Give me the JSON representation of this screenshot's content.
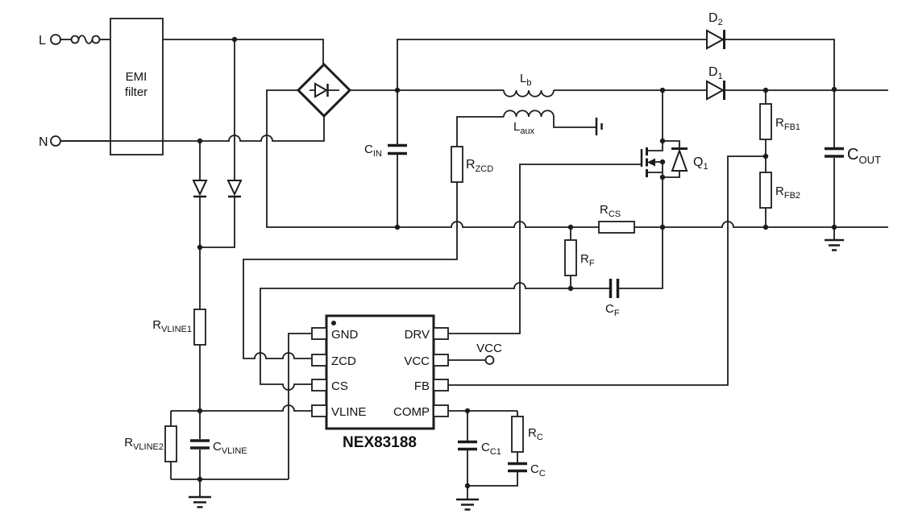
{
  "colors": {
    "ink": "#1c1c1c",
    "background": "#ffffff"
  },
  "terminals": {
    "line_label": "L",
    "neutral_label": "N",
    "vcc_label": "VCC"
  },
  "emi_filter": {
    "line1": "EMI",
    "line2": "filter"
  },
  "ic": {
    "part_number": "NEX83188",
    "pins_left": [
      "GND",
      "ZCD",
      "CS",
      "VLINE"
    ],
    "pins_right": [
      "DRV",
      "VCC",
      "FB",
      "COMP"
    ]
  },
  "components": {
    "c_in": {
      "main": "C",
      "sub": "IN"
    },
    "l_b": {
      "main": "L",
      "sub": "b"
    },
    "l_aux": {
      "main": "L",
      "sub": "aux"
    },
    "r_zcd": {
      "main": "R",
      "sub": "ZCD"
    },
    "d2": {
      "main": "D",
      "sub": "2"
    },
    "d1": {
      "main": "D",
      "sub": "1"
    },
    "q1": {
      "main": "Q",
      "sub": "1"
    },
    "r_cs": {
      "main": "R",
      "sub": "CS"
    },
    "r_f": {
      "main": "R",
      "sub": "F"
    },
    "c_f": {
      "main": "C",
      "sub": "F"
    },
    "r_fb1": {
      "main": "R",
      "sub": "FB1"
    },
    "r_fb2": {
      "main": "R",
      "sub": "FB2"
    },
    "c_out": {
      "main": "C",
      "sub": "OUT"
    },
    "r_vline1": {
      "main": "R",
      "sub": "VLINE1"
    },
    "r_vline2": {
      "main": "R",
      "sub": "VLINE2"
    },
    "c_vline": {
      "main": "C",
      "sub": "VLINE"
    },
    "c_c1": {
      "main": "C",
      "sub": "C1"
    },
    "r_c": {
      "main": "R",
      "sub": "C"
    },
    "c_c": {
      "main": "C",
      "sub": "C"
    }
  }
}
